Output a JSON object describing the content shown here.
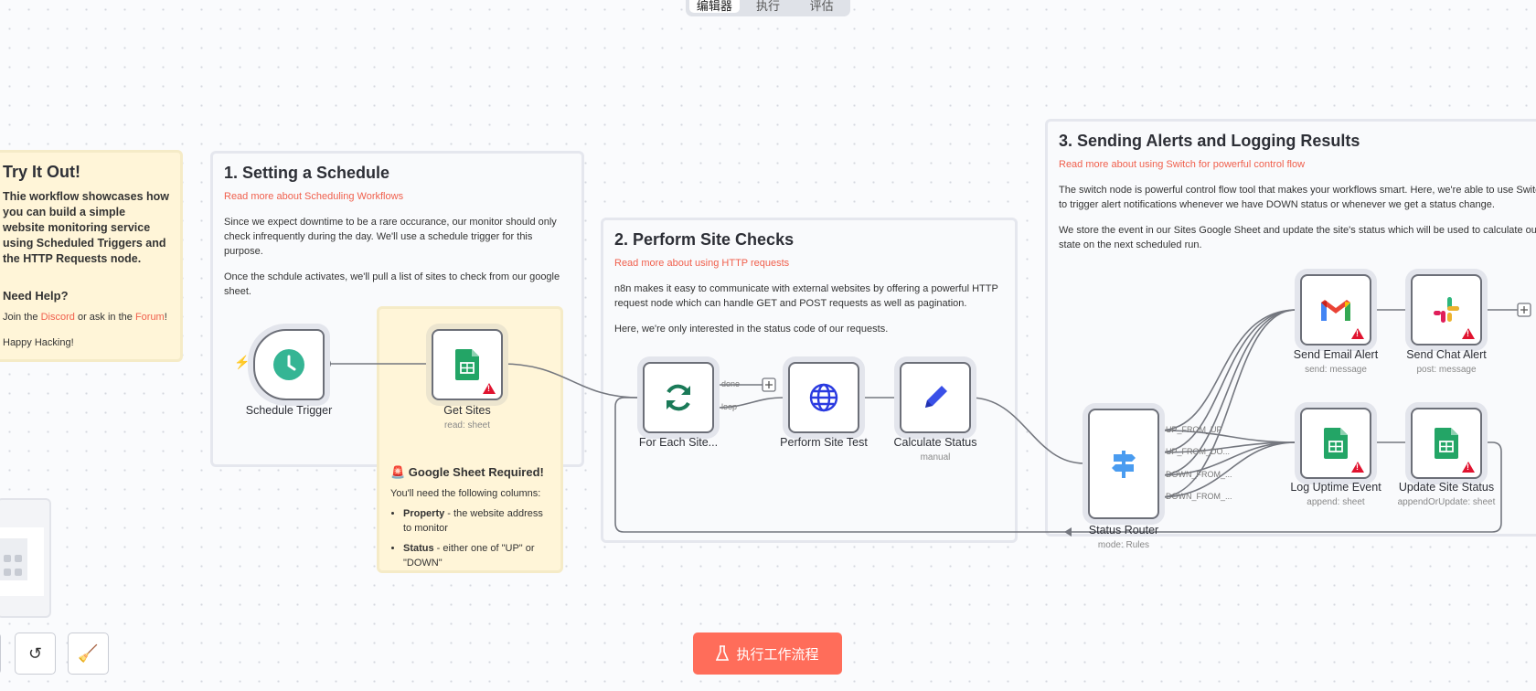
{
  "tabs": [
    "编辑器",
    "执行",
    "评估"
  ],
  "sticky_intro": {
    "title": "Try It Out!",
    "body": "Thie workflow showcases how you can build a simple website monitoring service using Scheduled Triggers and the HTTP Requests node.",
    "help_title": "Need Help?",
    "help_pre": "Join the ",
    "discord": "Discord",
    "help_mid": " or ask in the ",
    "forum": "Forum",
    "help_post": "!",
    "closing": "Happy Hacking!"
  },
  "sticky1": {
    "title": "1. Setting a Schedule",
    "link": "Read more about Scheduling Workflows",
    "p1": "Since we expect downtime to be a rare occurance, our monitor should only check infrequently during the day. We'll use a schedule trigger for this purpose.",
    "p2": "Once the schdule activates, we'll pull a list of sites to check from our google sheet."
  },
  "sticky_sheet": {
    "title": "🚨 Google Sheet Required!",
    "intro": "You'll need the following columns:",
    "items": [
      {
        "bold": "Property",
        "text": " - the website address to monitor"
      },
      {
        "bold": "Status",
        "text": " - either one of \"UP\" or \"DOWN\""
      }
    ]
  },
  "sticky2": {
    "title": "2. Perform Site Checks",
    "link": "Read more about using HTTP requests",
    "p1": "n8n makes it easy to communicate with external websites by offering a powerful HTTP request node which can handle GET and POST requests as well as pagination.",
    "p2": "Here, we're only interested in the status code of our requests."
  },
  "sticky3": {
    "title": "3. Sending Alerts and Logging Results",
    "link": "Read more about using Switch for powerful control flow",
    "p1": "The switch node is powerful control flow tool that makes your workflows smart. Here, we're able to use Switch to trigger alert notifications whenever we have DOWN status or whenever we get a status change.",
    "p2": "We store the event in our Sites Google Sheet and update the site's status which will be used to calculate our state on the next scheduled run."
  },
  "nodes": {
    "schedule": {
      "label": "Schedule Trigger",
      "icon": "clock-icon"
    },
    "get_sites": {
      "label": "Get Sites",
      "sub": "read: sheet",
      "icon": "google-sheets-icon"
    },
    "for_each": {
      "label": "For Each Site...",
      "icon": "loop-icon",
      "outputs": [
        "done",
        "loop"
      ]
    },
    "perform": {
      "label": "Perform Site Test",
      "icon": "globe-icon"
    },
    "calc": {
      "label": "Calculate Status",
      "sub": "manual",
      "icon": "pencil-icon"
    },
    "router": {
      "label": "Status Router",
      "sub": "mode: Rules",
      "icon": "signpost-icon",
      "outputs": [
        "UP_FROM_UP",
        "UP_FROM_DO...",
        "DOWN_FROM_...",
        "DOWN_FROM_..."
      ]
    },
    "email": {
      "label": "Send Email Alert",
      "sub": "send: message",
      "icon": "gmail-icon"
    },
    "chat": {
      "label": "Send Chat Alert",
      "sub": "post: message",
      "icon": "slack-icon"
    },
    "log": {
      "label": "Log Uptime Event",
      "sub": "append: sheet",
      "icon": "google-sheets-icon"
    },
    "update": {
      "label": "Update Site Status",
      "sub": "appendOrUpdate: sheet",
      "icon": "google-sheets-icon"
    }
  },
  "execute_label": "执行工作流程",
  "colors": {
    "accent": "#ff6d5a",
    "link": "#f05f4c",
    "warning": "#e0132f"
  }
}
